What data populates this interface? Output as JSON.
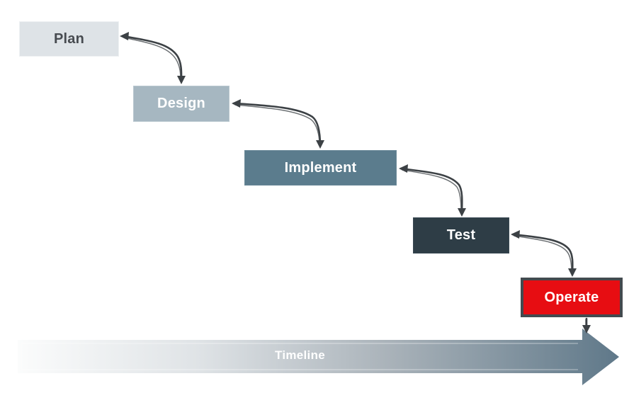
{
  "diagram": {
    "type": "waterfall-process",
    "phases": [
      {
        "label": "Plan",
        "fill": "#dee3e7",
        "text_color": "#474b50"
      },
      {
        "label": "Design",
        "fill": "#a6b7c1",
        "text_color": "#ffffff"
      },
      {
        "label": "Implement",
        "fill": "#5b7c8d",
        "text_color": "#ffffff"
      },
      {
        "label": "Test",
        "fill": "#2e3d46",
        "text_color": "#ffffff"
      },
      {
        "label": "Operate",
        "fill": "#e70d12",
        "text_color": "#ffffff",
        "border_color": "#434a4f"
      }
    ],
    "connectors": [
      {
        "from": "Plan",
        "to": "Design",
        "arrowheads": "both",
        "color": "#3c4145"
      },
      {
        "from": "Design",
        "to": "Implement",
        "arrowheads": "both",
        "color": "#3c4145"
      },
      {
        "from": "Implement",
        "to": "Test",
        "arrowheads": "both",
        "color": "#3c4145"
      },
      {
        "from": "Test",
        "to": "Operate",
        "arrowheads": "both",
        "color": "#3c4145"
      },
      {
        "from": "Operate",
        "to": "Timeline",
        "arrowheads": "end",
        "color": "#3c4145"
      }
    ],
    "timeline": {
      "label": "Timeline",
      "gradient_start": "#fbfcfc",
      "gradient_end": "#5f7889",
      "text_color": "#ffffff"
    }
  }
}
